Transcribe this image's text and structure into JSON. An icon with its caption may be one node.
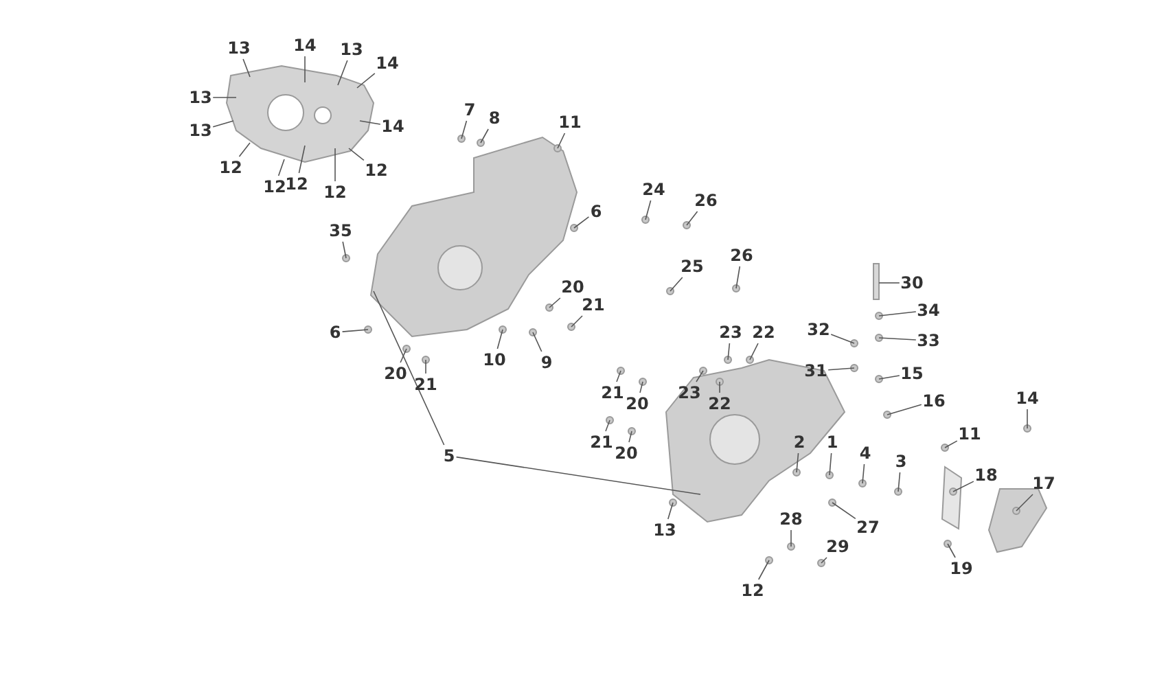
{
  "diagram": {
    "nodes": [
      {
        "text": [
          "13"
        ]
      },
      {
        "text": [
          "14"
        ]
      },
      {
        "text": [
          "13"
        ]
      },
      {
        "text": [
          "14"
        ]
      },
      {
        "text": [
          "13"
        ]
      },
      {
        "text": [
          "13"
        ]
      },
      {
        "text": [
          "14"
        ]
      },
      {
        "text": [
          "12"
        ]
      },
      {
        "text": [
          "12"
        ]
      },
      {
        "text": [
          "12"
        ]
      },
      {
        "text": [
          "12"
        ]
      },
      {
        "text": [
          "12"
        ]
      },
      {
        "text": [
          "7"
        ]
      },
      {
        "text": [
          "8"
        ]
      },
      {
        "text": [
          "11"
        ]
      },
      {
        "text": [
          "6"
        ]
      },
      {
        "text": [
          "35"
        ]
      },
      {
        "text": [
          "24"
        ]
      },
      {
        "text": [
          "26"
        ]
      },
      {
        "text": [
          "25"
        ]
      },
      {
        "text": [
          "26"
        ]
      },
      {
        "text": [
          "20"
        ]
      },
      {
        "text": [
          "21"
        ]
      },
      {
        "text": [
          "6"
        ]
      },
      {
        "text": [
          "9"
        ]
      },
      {
        "text": [
          "10"
        ]
      },
      {
        "text": [
          "20"
        ]
      },
      {
        "text": [
          "21"
        ]
      },
      {
        "text": [
          "30"
        ]
      },
      {
        "text": [
          "34"
        ]
      },
      {
        "text": [
          "33"
        ]
      },
      {
        "text": [
          "32"
        ]
      },
      {
        "text": [
          "31"
        ]
      },
      {
        "text": [
          "23"
        ]
      },
      {
        "text": [
          "22"
        ]
      },
      {
        "text": [
          "15"
        ]
      },
      {
        "text": [
          "16"
        ]
      },
      {
        "text": [
          "14"
        ]
      },
      {
        "text": [
          "11"
        ]
      },
      {
        "text": [
          "18"
        ]
      },
      {
        "text": [
          "17"
        ]
      },
      {
        "text": [
          "2"
        ]
      },
      {
        "text": [
          "1"
        ]
      },
      {
        "text": [
          "4"
        ]
      },
      {
        "text": [
          "3"
        ]
      },
      {
        "text": [
          "21"
        ]
      },
      {
        "text": [
          "20"
        ]
      },
      {
        "text": [
          "23"
        ]
      },
      {
        "text": [
          "22"
        ]
      },
      {
        "text": [
          "21"
        ]
      },
      {
        "text": [
          "20"
        ]
      },
      {
        "text": [
          "5"
        ]
      },
      {
        "text": [
          "27"
        ]
      },
      {
        "text": [
          "28"
        ]
      },
      {
        "text": [
          "29"
        ]
      },
      {
        "text": [
          "13"
        ]
      },
      {
        "text": [
          "19"
        ]
      },
      {
        "text": [
          "12"
        ]
      }
    ],
    "edges": [
      {
        "from": 0,
        "to": null,
        "arrow": "none"
      },
      {
        "from": 1,
        "to": null,
        "arrow": "none"
      },
      {
        "from": 2,
        "to": null,
        "arrow": "none"
      },
      {
        "from": 3,
        "to": null,
        "arrow": "none"
      },
      {
        "from": 4,
        "to": null,
        "arrow": "none"
      },
      {
        "from": 5,
        "to": null,
        "arrow": "none"
      },
      {
        "from": 6,
        "to": null,
        "arrow": "none"
      },
      {
        "from": 7,
        "to": null,
        "arrow": "none"
      },
      {
        "from": 8,
        "to": null,
        "arrow": "none"
      },
      {
        "from": 9,
        "to": null,
        "arrow": "none"
      },
      {
        "from": 10,
        "to": null,
        "arrow": "none"
      },
      {
        "from": 11,
        "to": null,
        "arrow": "none"
      },
      {
        "from": 12,
        "to": null,
        "arrow": "none"
      },
      {
        "from": 13,
        "to": null,
        "arrow": "none"
      },
      {
        "from": 14,
        "to": null,
        "arrow": "none"
      },
      {
        "from": 15,
        "to": null,
        "arrow": "none"
      },
      {
        "from": 16,
        "to": null,
        "arrow": "none"
      },
      {
        "from": 17,
        "to": null,
        "arrow": "none"
      },
      {
        "from": 18,
        "to": null,
        "arrow": "none"
      },
      {
        "from": 19,
        "to": null,
        "arrow": "none"
      },
      {
        "from": 20,
        "to": null,
        "arrow": "none"
      },
      {
        "from": 21,
        "to": null,
        "arrow": "none"
      },
      {
        "from": 22,
        "to": null,
        "arrow": "none"
      },
      {
        "from": 23,
        "to": null,
        "arrow": "none"
      },
      {
        "from": 24,
        "to": null,
        "arrow": "none"
      },
      {
        "from": 25,
        "to": null,
        "arrow": "none"
      },
      {
        "from": 26,
        "to": null,
        "arrow": "none"
      },
      {
        "from": 27,
        "to": null,
        "arrow": "none"
      },
      {
        "from": 28,
        "to": null,
        "arrow": "none"
      },
      {
        "from": 29,
        "to": null,
        "arrow": "none"
      },
      {
        "from": 30,
        "to": null,
        "arrow": "none"
      },
      {
        "from": 31,
        "to": null,
        "arrow": "none"
      },
      {
        "from": 32,
        "to": null,
        "arrow": "none"
      },
      {
        "from": 33,
        "to": null,
        "arrow": "none"
      },
      {
        "from": 34,
        "to": null,
        "arrow": "none"
      },
      {
        "from": 35,
        "to": null,
        "arrow": "none"
      },
      {
        "from": 36,
        "to": null,
        "arrow": "none"
      },
      {
        "from": 37,
        "to": null,
        "arrow": "none"
      },
      {
        "from": 38,
        "to": null,
        "arrow": "none"
      },
      {
        "from": 39,
        "to": null,
        "arrow": "none"
      },
      {
        "from": 40,
        "to": null,
        "arrow": "none"
      },
      {
        "from": 41,
        "to": null,
        "arrow": "none"
      },
      {
        "from": 42,
        "to": null,
        "arrow": "none"
      },
      {
        "from": 43,
        "to": null,
        "arrow": "none"
      },
      {
        "from": 44,
        "to": null,
        "arrow": "none"
      },
      {
        "from": 45,
        "to": null,
        "arrow": "none"
      },
      {
        "from": 46,
        "to": null,
        "arrow": "none"
      },
      {
        "from": 47,
        "to": null,
        "arrow": "none"
      },
      {
        "from": 48,
        "to": null,
        "arrow": "none"
      },
      {
        "from": 49,
        "to": null,
        "arrow": "none"
      },
      {
        "from": 50,
        "to": null,
        "arrow": "none"
      },
      {
        "from": 51,
        "to": null,
        "arrow": "none"
      },
      {
        "from": 51,
        "to": null,
        "arrow": "none"
      },
      {
        "from": 52,
        "to": null,
        "arrow": "none"
      },
      {
        "from": 53,
        "to": null,
        "arrow": "none"
      },
      {
        "from": 54,
        "to": null,
        "arrow": "none"
      },
      {
        "from": 55,
        "to": null,
        "arrow": "none"
      },
      {
        "from": 56,
        "to": null,
        "arrow": "none"
      },
      {
        "from": 57,
        "to": null,
        "arrow": "none"
      }
    ]
  }
}
